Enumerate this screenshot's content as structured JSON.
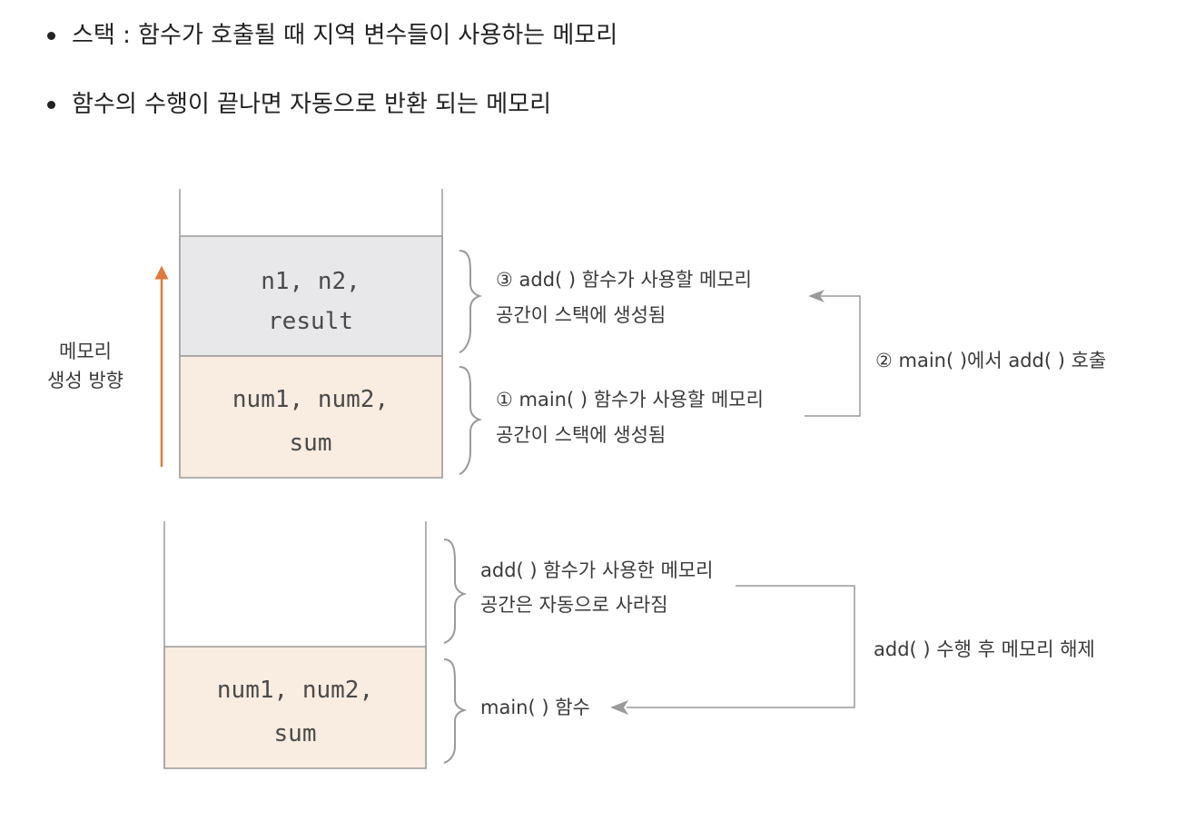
{
  "bullets": [
    "스택 : 함수가 호출될 때 지역 변수들이 사용하는 메모리",
    "함수의 수행이 끝나면 자동으로 반환 되는 메모리"
  ],
  "top_diagram": {
    "side_label_line1": "메모리",
    "side_label_line2": "생성 방향",
    "upper_cell": [
      "n1, n2,",
      "result"
    ],
    "lower_cell": [
      "num1, num2,",
      "sum"
    ],
    "upper_note": [
      "③ add( ) 함수가 사용할 메모리",
      "공간이 스택에 생성됨"
    ],
    "lower_note": [
      "① main( ) 함수가 사용할 메모리",
      "공간이 스택에 생성됨"
    ],
    "call_label": "② main( )에서 add( ) 호출"
  },
  "bottom_diagram": {
    "freed_note": [
      "add( ) 함수가 사용한 메모리",
      "공간은 자동으로 사라짐"
    ],
    "cell": [
      "num1, num2,",
      "sum"
    ],
    "main_note": "main( ) 함수",
    "release_label": "add( ) 수행 후 메모리 해제"
  },
  "colors": {
    "gray_cell": "#e8e8ea",
    "beige_cell": "#f9ece0",
    "arrow_orange": "#e07a3a",
    "line_gray": "#9a9a9a"
  }
}
